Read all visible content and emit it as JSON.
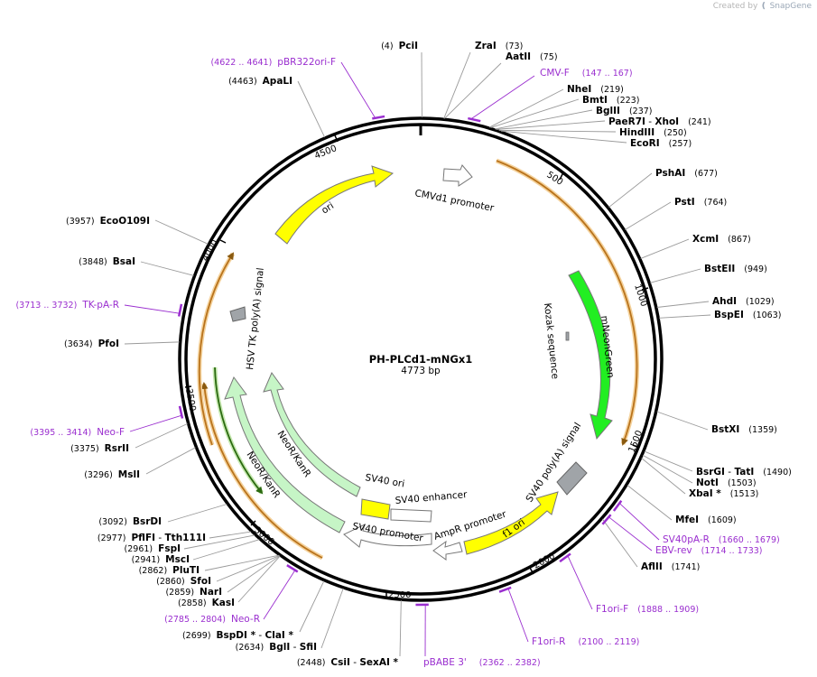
{
  "watermark": {
    "prefix": "Created by",
    "brand": "SnapGene"
  },
  "plasmid": {
    "name": "PH-PLCd1-mNGx1",
    "length_label": "4773 bp",
    "length_bp": 4773
  },
  "colors": {
    "ori": "#ffff00",
    "promoter": "#ffffff",
    "mneongreen": "#22ee22",
    "neor": "#c6f5c6",
    "polya": "#a0a4a8",
    "primer": "#9a2ecf",
    "orf_arrow": "#e8a040"
  },
  "ticks": [
    "500",
    "1000",
    "1500",
    "2000",
    "2500",
    "3000",
    "3500",
    "4000",
    "4500"
  ],
  "sites": [
    {
      "name": "PciI",
      "pos": "(4)"
    },
    {
      "name": "ZraI",
      "pos": "(73)"
    },
    {
      "name": "AatII",
      "pos": "(75)"
    },
    {
      "name": "NheI",
      "pos": "(219)"
    },
    {
      "name": "BmtI",
      "pos": "(223)"
    },
    {
      "name": "BglII",
      "pos": "(237)"
    },
    {
      "name": "PaeR7I",
      "sep": " - ",
      "name2": "XhoI",
      "pos": "(241)"
    },
    {
      "name": "HindIII",
      "pos": "(250)"
    },
    {
      "name": "EcoRI",
      "pos": "(257)"
    },
    {
      "name": "PshAI",
      "pos": "(677)"
    },
    {
      "name": "PstI",
      "pos": "(764)"
    },
    {
      "name": "XcmI",
      "pos": "(867)"
    },
    {
      "name": "BstEII",
      "pos": "(949)"
    },
    {
      "name": "AhdI",
      "pos": "(1029)"
    },
    {
      "name": "BspEI",
      "pos": "(1063)"
    },
    {
      "name": "BstXI",
      "pos": "(1359)"
    },
    {
      "name": "BsrGI",
      "sep": " - ",
      "name2": "TatI",
      "pos": "(1490)"
    },
    {
      "name": "NotI",
      "pos": "(1503)"
    },
    {
      "name": "XbaI *",
      "pos": "(1513)"
    },
    {
      "name": "MfeI",
      "pos": "(1609)"
    },
    {
      "name": "AflII",
      "pos": "(1741)"
    },
    {
      "name": "CsiI",
      "sep": " - ",
      "name2": "SexAI *",
      "pos": "(2448)"
    },
    {
      "name": "BglI",
      "sep": " - ",
      "name2": "SfiI",
      "pos": "(2634)"
    },
    {
      "name": "BspDI *",
      "sep": " - ",
      "name2": "ClaI *",
      "pos": "(2699)"
    },
    {
      "name": "KasI",
      "pos": "(2858)"
    },
    {
      "name": "NarI",
      "pos": "(2859)"
    },
    {
      "name": "SfoI",
      "pos": "(2860)"
    },
    {
      "name": "PluTI",
      "pos": "(2862)"
    },
    {
      "name": "MscI",
      "pos": "(2941)"
    },
    {
      "name": "FspI",
      "pos": "(2961)"
    },
    {
      "name": "PflFI",
      "sep": " - ",
      "name2": "Tth111I",
      "pos": "(2977)"
    },
    {
      "name": "BsrDI",
      "pos": "(3092)"
    },
    {
      "name": "MslI",
      "pos": "(3296)"
    },
    {
      "name": "RsrII",
      "pos": "(3375)"
    },
    {
      "name": "PfoI",
      "pos": "(3634)"
    },
    {
      "name": "BsaI",
      "pos": "(3848)"
    },
    {
      "name": "EcoO109I",
      "pos": "(3957)"
    },
    {
      "name": "ApaLI",
      "pos": "(4463)"
    }
  ],
  "primers": [
    {
      "name": "pBR322ori-F",
      "pos": "(4622 .. 4641)"
    },
    {
      "name": "CMV-F",
      "pos": "(147 .. 167)"
    },
    {
      "name": "SV40pA-R",
      "pos": "(1660 .. 1679)"
    },
    {
      "name": "EBV-rev",
      "pos": "(1714 .. 1733)"
    },
    {
      "name": "F1ori-F",
      "pos": "(1888 .. 1909)"
    },
    {
      "name": "F1ori-R",
      "pos": "(2100 .. 2119)"
    },
    {
      "name": "pBABE 3'",
      "pos": "(2362 .. 2382)"
    },
    {
      "name": "Neo-R",
      "pos": "(2785 .. 2804)"
    },
    {
      "name": "Neo-F",
      "pos": "(3395 .. 3414)"
    },
    {
      "name": "TK-pA-R",
      "pos": "(3713 .. 3732)"
    }
  ],
  "features": {
    "cmv": "CMVd1 promoter",
    "ori": "ori",
    "mng": "mNeonGreen",
    "kozak": "Kozak sequence",
    "sv40pa": "SV40 poly(A) signal",
    "f1": "f1 ori",
    "ampr": "AmpR promoter",
    "sv40enh": "SV40 enhancer",
    "sv40ori": "SV40 ori",
    "sv40prom": "SV40 promoter",
    "neor1": "NeoR/KanR",
    "neor2": "NeoR/KanR",
    "tkpa": "HSV TK poly(A) signal"
  }
}
